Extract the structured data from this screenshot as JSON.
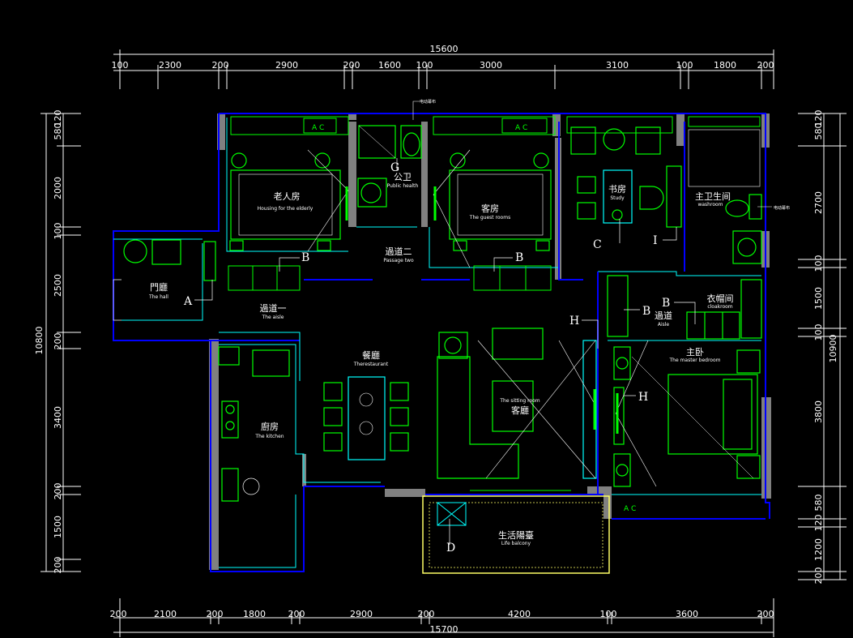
{
  "dims": {
    "top_total": "15600",
    "top": [
      "100",
      "2300",
      "200",
      "2900",
      "200",
      "1600",
      "100",
      "3000",
      "3100",
      "100",
      "1800",
      "200"
    ],
    "bottom_total": "15700",
    "bottom": [
      "200",
      "2100",
      "200",
      "1800",
      "200",
      "2900",
      "200",
      "4200",
      "100",
      "3600",
      "200"
    ],
    "left_total": "10800",
    "left": [
      "120",
      "580",
      "2000",
      "100",
      "2500",
      "200",
      "3400",
      "200",
      "1500",
      "200"
    ],
    "right_total": "10900",
    "right": [
      "120",
      "580",
      "2700",
      "100",
      "1500",
      "100",
      "3800",
      "580",
      "120",
      "1200",
      "200"
    ]
  },
  "rooms": {
    "elderly": {
      "cn": "老人房",
      "en": "Housing for the elderly"
    },
    "public_bath": {
      "cn": "公卫",
      "en": "Public health"
    },
    "guest": {
      "cn": "客房",
      "en": "The guest rooms"
    },
    "study": {
      "cn": "书房",
      "en": "Study"
    },
    "master_bath": {
      "cn": "主卫生间",
      "en": "washroom"
    },
    "passage_two": {
      "cn": "過道二",
      "en": "Passage two"
    },
    "hall": {
      "cn": "門廳",
      "en": "The hall"
    },
    "aisle_one": {
      "cn": "過道一",
      "en": "The aisle"
    },
    "aisle": {
      "cn": "過道",
      "en": "Aisle"
    },
    "cloakroom": {
      "cn": "衣帽间",
      "en": "cloakroom"
    },
    "master_bed": {
      "cn": "主卧",
      "en": "The master bedroom"
    },
    "restaurant": {
      "cn": "餐廳",
      "en": "Therestaurant"
    },
    "sitting": {
      "cn": "客廳",
      "en": "The sitting room"
    },
    "kitchen": {
      "cn": "廚房",
      "en": "The kitchen"
    },
    "balcony": {
      "cn": "生活陽臺",
      "en": "Life balcony"
    }
  },
  "markers": {
    "A": "A",
    "B": "B",
    "C": "C",
    "D": "D",
    "G": "G",
    "H": "H",
    "I": "I"
  },
  "notes": {
    "elec_top": "电动幕布",
    "elec_right": "电动幕布"
  },
  "colors": {
    "wall": "#808080",
    "cyan": "#00ffff",
    "green": "#00ff00",
    "blue": "#0000ff",
    "white": "#ffffff",
    "yellow": "#ffff66"
  }
}
